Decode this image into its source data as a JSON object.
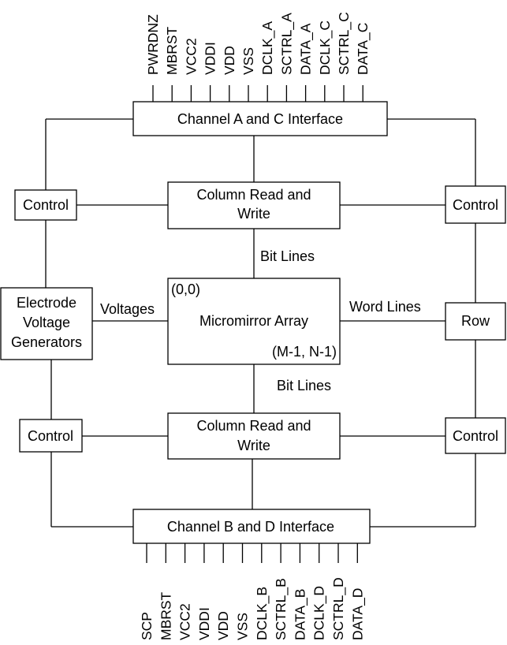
{
  "blocks": {
    "channel_ac": "Channel A and C Interface",
    "channel_bd": "Channel B and D Interface",
    "col_top_1": "Column Read and",
    "col_top_2": "Write",
    "col_bot_1": "Column Read and",
    "col_bot_2": "Write",
    "control_tl": "Control",
    "control_tr": "Control",
    "control_bl": "Control",
    "control_br": "Control",
    "electrode_1": "Electrode",
    "electrode_2": "Voltage",
    "electrode_3": "Generators",
    "row": "Row",
    "array_title": "Micromirror Array",
    "array_origin": "(0,0)",
    "array_end": "(M-1, N-1)"
  },
  "connections": {
    "bit_lines_top": "Bit Lines",
    "bit_lines_bottom": "Bit Lines",
    "voltages": "Voltages",
    "word_lines": "Word Lines"
  },
  "top_pins": [
    "PWRDNZ",
    "MBRST",
    "VCC2",
    "VDDI",
    "VDD",
    "VSS",
    "DCLK_A",
    "SCTRL_A",
    "DATA_A",
    "DCLK_C",
    "SCTRL_C",
    "DATA_C"
  ],
  "bottom_pins": [
    "SCP",
    "MBRST",
    "VCC2",
    "VDDI",
    "VDD",
    "VSS",
    "DCLK_B",
    "SCTRL_B",
    "DATA_B",
    "DCLK_D",
    "SCTRL_D",
    "DATA_D"
  ]
}
